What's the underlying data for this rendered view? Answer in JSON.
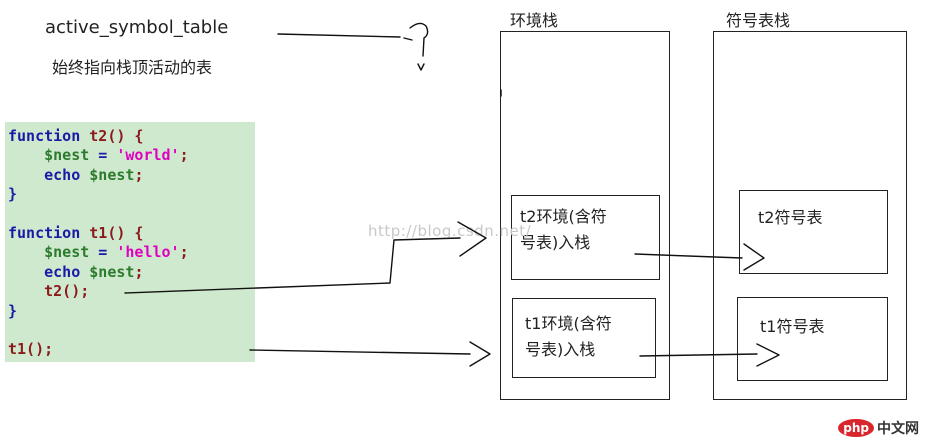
{
  "header": {
    "active_symbol_table_label": "active_symbol_table",
    "note": "始终指向栈顶活动的表"
  },
  "code_lines": [
    {
      "segments": [
        {
          "cls": "kw",
          "text": "function "
        },
        {
          "cls": "fn",
          "text": "t2() {"
        }
      ]
    },
    {
      "segments": [
        {
          "cls": "var",
          "text": "    $nest"
        },
        {
          "cls": "kw",
          "text": " = "
        },
        {
          "cls": "str",
          "text": "'world'"
        },
        {
          "cls": "fn",
          "text": ";"
        }
      ]
    },
    {
      "segments": [
        {
          "cls": "kw",
          "text": "    echo "
        },
        {
          "cls": "var",
          "text": "$nest"
        },
        {
          "cls": "fn",
          "text": ";"
        }
      ]
    },
    {
      "segments": [
        {
          "cls": "kw",
          "text": "}"
        }
      ]
    },
    {
      "segments": [
        {
          "cls": "kw",
          "text": ""
        }
      ]
    },
    {
      "segments": [
        {
          "cls": "kw",
          "text": "function "
        },
        {
          "cls": "fn",
          "text": "t1() {"
        }
      ]
    },
    {
      "segments": [
        {
          "cls": "var",
          "text": "    $nest"
        },
        {
          "cls": "kw",
          "text": " = "
        },
        {
          "cls": "str",
          "text": "'hello'"
        },
        {
          "cls": "fn",
          "text": ";"
        }
      ]
    },
    {
      "segments": [
        {
          "cls": "kw",
          "text": "    echo "
        },
        {
          "cls": "var",
          "text": "$nest"
        },
        {
          "cls": "fn",
          "text": ";"
        }
      ]
    },
    {
      "segments": [
        {
          "cls": "fn",
          "text": "    t2();"
        }
      ]
    },
    {
      "segments": [
        {
          "cls": "kw",
          "text": "}"
        }
      ]
    },
    {
      "segments": [
        {
          "cls": "kw",
          "text": ""
        }
      ]
    },
    {
      "segments": [
        {
          "cls": "fn",
          "text": "t1();"
        }
      ]
    }
  ],
  "env_stack": {
    "title": "环境栈",
    "t2_box": "t2环境(含符号表)入栈",
    "t2_line1": "t2环境(含符",
    "t2_line2": "号表)入栈",
    "t1_line1": "t1环境(含符",
    "t1_line2": "号表)入栈"
  },
  "symbol_stack": {
    "title": "符号表栈",
    "t2_table": "t2符号表",
    "t1_table": "t1符号表"
  },
  "watermark": "http://blog.csdn.net/",
  "logo": {
    "badge": "php",
    "text": "中文网"
  },
  "colors": {
    "code_bg": "#cfe9cf",
    "keyword": "#1a1aa6",
    "string": "#e000c0",
    "variable": "#2d7a2d",
    "function": "#8b1a1a",
    "logo_red": "#d9262c"
  }
}
